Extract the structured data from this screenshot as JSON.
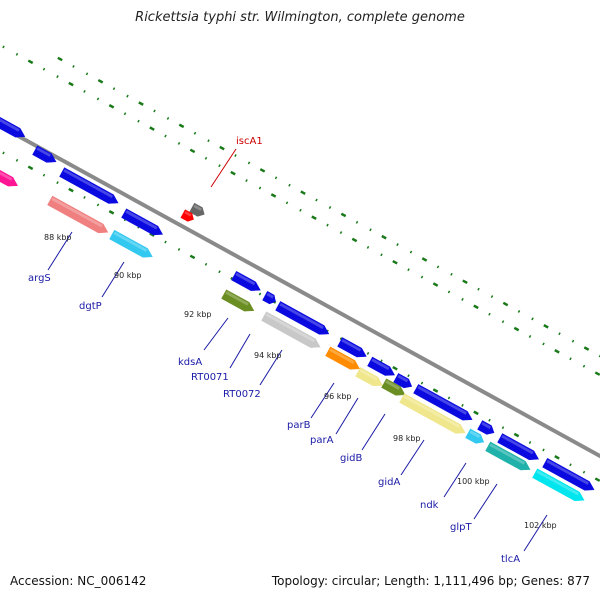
{
  "header": {
    "title": "Rickettsia typhi str. Wilmington, complete genome"
  },
  "footer": {
    "accession": "Accession: NC_006142",
    "summary": "Topology: circular; Length: 1,111,496 bp; Genes: 877"
  },
  "colors": {
    "backbone": "#8a8a8a",
    "tick": "#1a7a1a",
    "label_blue": "#1a1aa6",
    "label_red": "#cc0000",
    "cds_blue": "#0a0ae0",
    "pink": "#f08080",
    "cyan_light": "#33c8f0",
    "olive": "#6b8e23",
    "gray": "#c8c8c8",
    "orange": "#ff8c00",
    "khaki": "#f0e68c",
    "teal": "#20b2aa",
    "cyan": "#00e5ee",
    "magenta": "#ff1493",
    "dark_gray": "#666666",
    "red": "#ff0000"
  },
  "scale": [
    "88 kbp",
    "90 kbp",
    "92 kbp",
    "94 kbp",
    "96 kbp",
    "98 kbp",
    "100 kbp",
    "102 kbp"
  ],
  "genes": [
    {
      "name": "argS",
      "color": "pink"
    },
    {
      "name": "dgtP",
      "color": "cyan_light"
    },
    {
      "name": "iscA1",
      "color": "red"
    },
    {
      "name": "kdsA",
      "color": "olive"
    },
    {
      "name": "RT0071",
      "color": "cds_blue"
    },
    {
      "name": "RT0072",
      "color": "gray"
    },
    {
      "name": "parB",
      "color": "orange"
    },
    {
      "name": "parA",
      "color": "khaki"
    },
    {
      "name": "gidB",
      "color": "olive"
    },
    {
      "name": "gidA",
      "color": "khaki"
    },
    {
      "name": "ndk",
      "color": "cyan_light"
    },
    {
      "name": "glpT",
      "color": "teal"
    },
    {
      "name": "tlcA",
      "color": "cyan"
    }
  ]
}
